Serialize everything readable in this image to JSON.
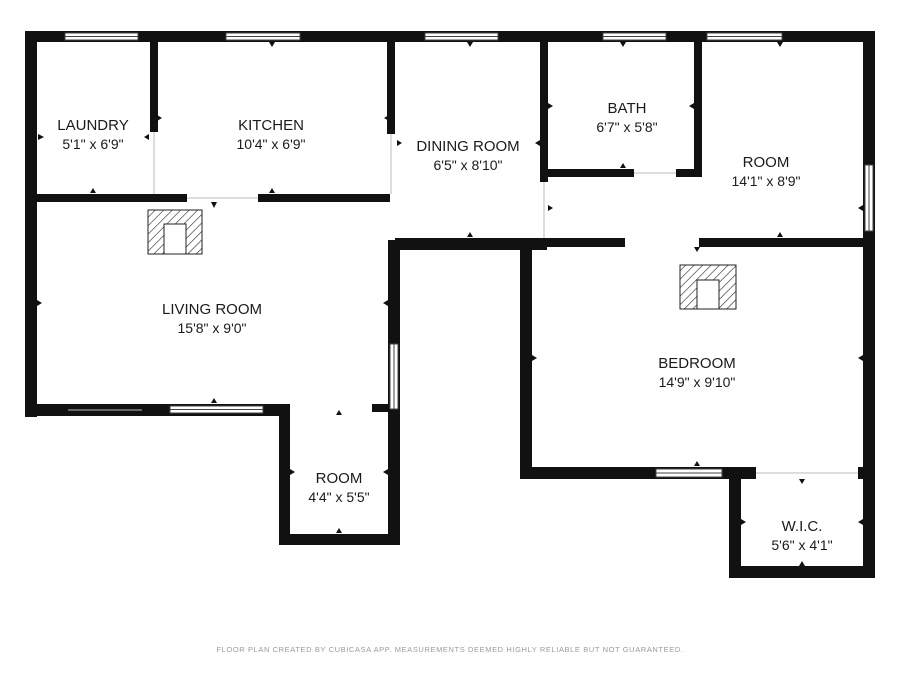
{
  "rooms": {
    "laundry": {
      "name": "LAUNDRY",
      "dims": "5'1\" x 6'9\""
    },
    "kitchen": {
      "name": "KITCHEN",
      "dims": "10'4\" x 6'9\""
    },
    "dining": {
      "name": "DINING ROOM",
      "dims": "6'5\" x 8'10\""
    },
    "bath": {
      "name": "BATH",
      "dims": "6'7\" x 5'8\""
    },
    "room_ne": {
      "name": "ROOM",
      "dims": "14'1\" x 8'9\""
    },
    "living": {
      "name": "LIVING ROOM",
      "dims": "15'8\" x 9'0\""
    },
    "bedroom": {
      "name": "BEDROOM",
      "dims": "14'9\" x 9'10\""
    },
    "room_s": {
      "name": "ROOM",
      "dims": "4'4\" x 5'5\""
    },
    "wic": {
      "name": "W.I.C.",
      "dims": "5'6\" x 4'1\""
    }
  },
  "footer": {
    "disclaimer": "FLOOR PLAN CREATED BY CUBICASA APP. MEASUREMENTS DEEMED HIGHLY RELIABLE BUT NOT GUARANTEED."
  },
  "colors": {
    "wall": "#111111",
    "window": "#ffffff",
    "hatch": "#222222"
  }
}
